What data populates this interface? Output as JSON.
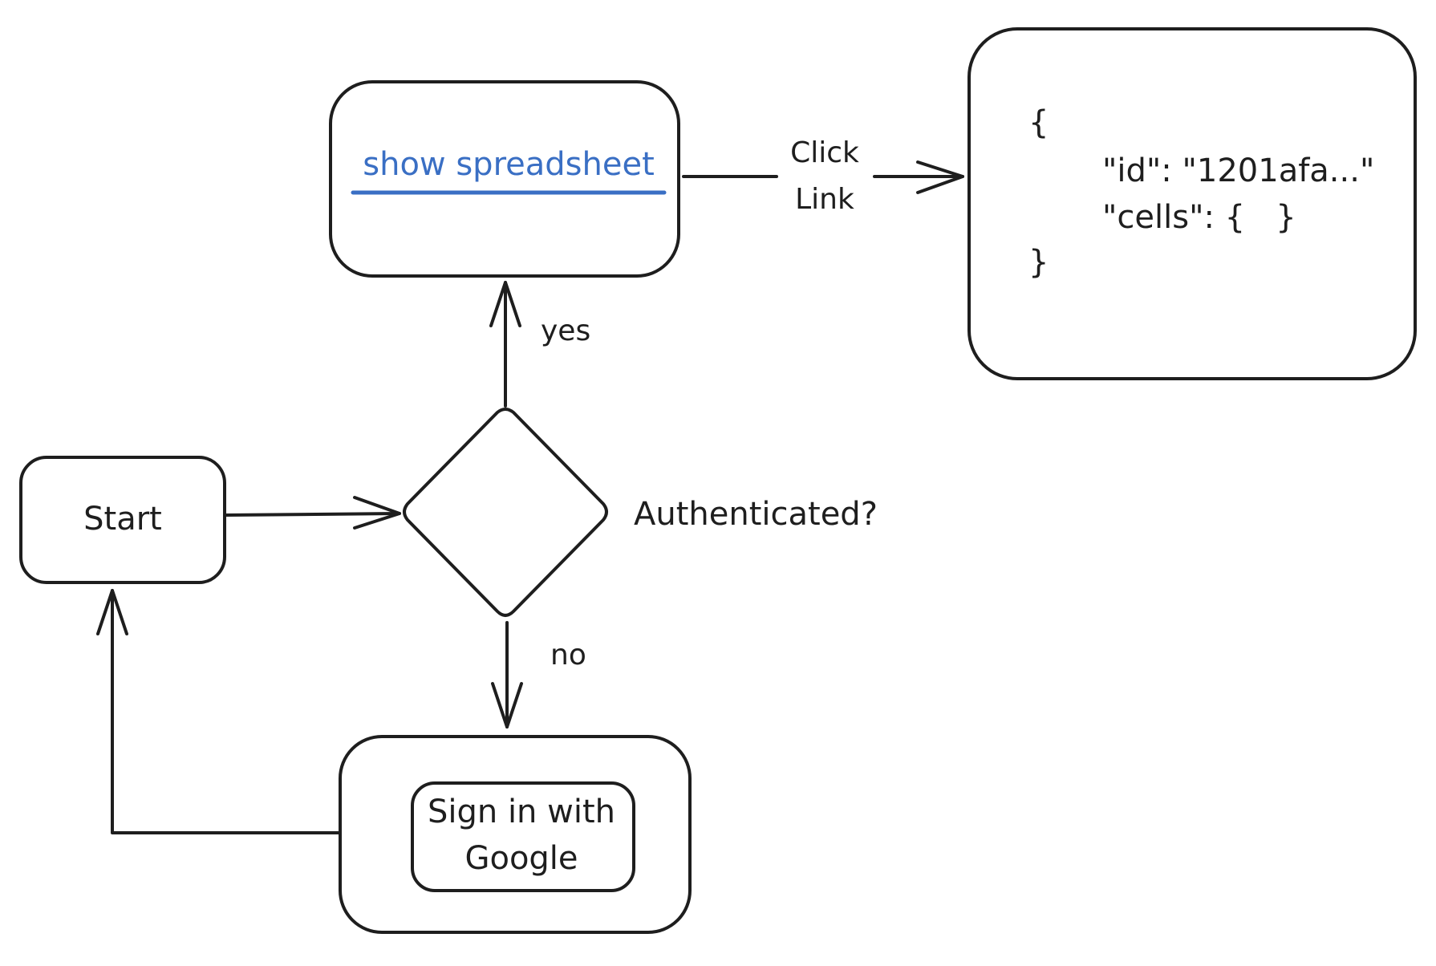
{
  "diagram": {
    "nodes": {
      "start": {
        "label": "Start"
      },
      "decision": {
        "label": "Authenticated?"
      },
      "show": {
        "label": "show spreadsheet"
      },
      "signin": {
        "line1": "Sign in with",
        "line2": "Google"
      },
      "json": {
        "open": "{",
        "id_line": "\"id\": \"1201afa...\"",
        "cells_line": "\"cells\": {   }",
        "close": "}"
      }
    },
    "edges": {
      "yes": {
        "label": "yes"
      },
      "no": {
        "label": "no"
      },
      "click": {
        "line1": "Click",
        "line2": "Link"
      }
    },
    "colors": {
      "stroke": "#1e1e1e",
      "link": "#3a6fc4",
      "background": "#ffffff"
    }
  }
}
